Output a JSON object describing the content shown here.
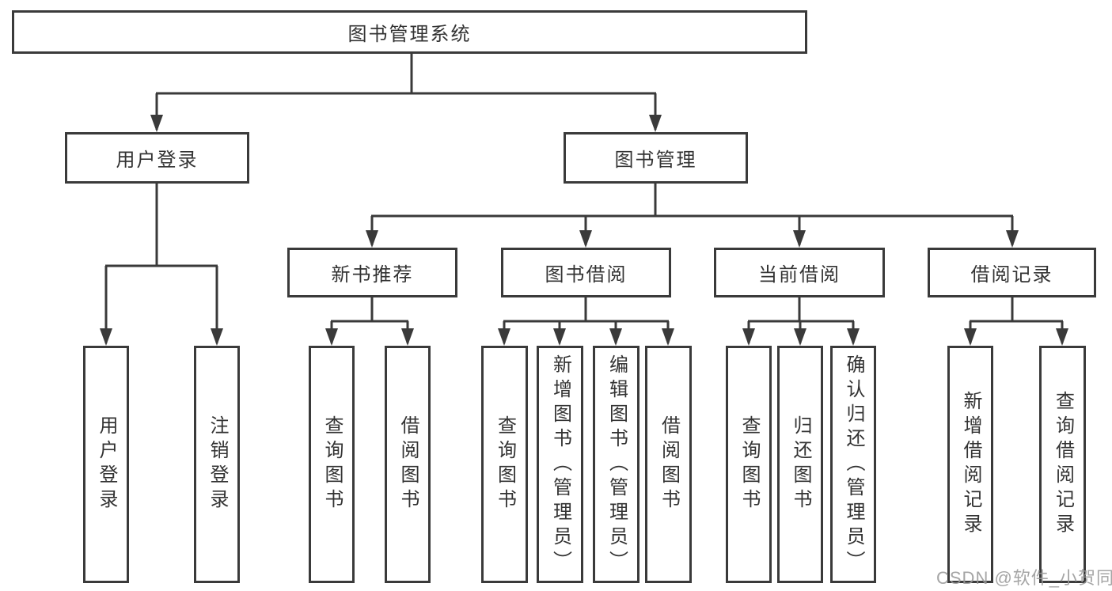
{
  "nodes": {
    "root": "图书管理系统",
    "user_login": "用户登录",
    "book_mgmt": "图书管理",
    "new_book": "新书推荐",
    "borrow": "图书借阅",
    "current": "当前借阅",
    "records": "借阅记录"
  },
  "leaves": {
    "user_login": [
      "用户登录",
      "注销登录"
    ],
    "new_book": [
      "查询图书",
      "借阅图书"
    ],
    "borrow": [
      "查询图书",
      "新增图书（管理员）",
      "编辑图书（管理员）",
      "借阅图书"
    ],
    "current": [
      "查询图书",
      "归还图书",
      "确认归还（管理员）"
    ],
    "records": [
      "新增借阅记录",
      "查询借阅记录"
    ]
  },
  "watermark": "CSDN @软件_小贺同学",
  "colors": {
    "line": "#3a3a3a",
    "text": "#333333",
    "background": "#ffffff",
    "watermark": "#989898"
  }
}
